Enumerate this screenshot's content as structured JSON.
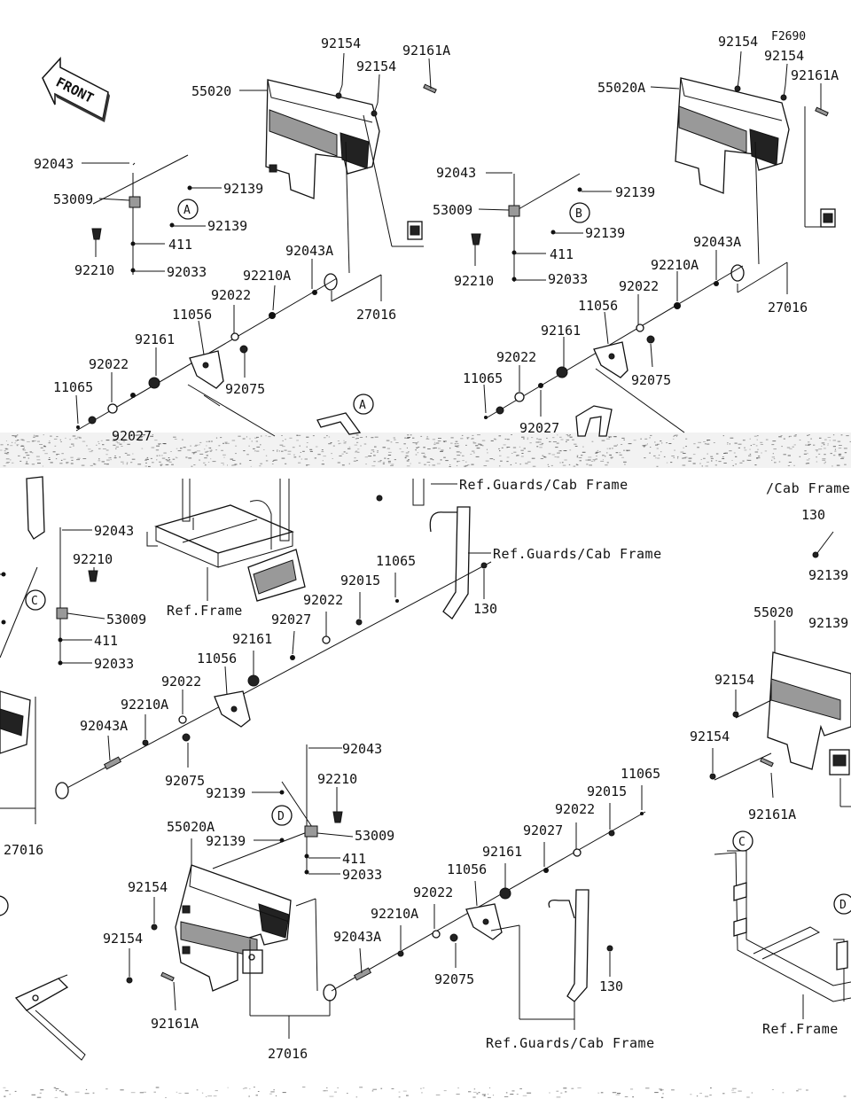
{
  "figure_code": "F2690",
  "front_label": "FRONT",
  "markers": [
    "A",
    "B",
    "C",
    "D",
    "A"
  ],
  "part_numbers": {
    "p92154": "92154",
    "p92161A": "92161A",
    "p55020": "55020",
    "p55020A": "55020A",
    "p92043": "92043",
    "p92043A": "92043A",
    "p92139": "92139",
    "p53009": "53009",
    "p411": "411",
    "p92210": "92210",
    "p92210A": "92210A",
    "p92033": "92033",
    "p92022": "92022",
    "p92075": "92075",
    "p11056": "11056",
    "p92161": "92161",
    "p27016": "27016",
    "p11065": "11065",
    "p92027": "92027",
    "p92015": "92015",
    "p130": "130"
  },
  "references": {
    "guards_cab_frame": "Ref.Guards/Cab Frame",
    "cab_frame_partial": "/Cab Frame",
    "frame": "Ref.Frame"
  }
}
